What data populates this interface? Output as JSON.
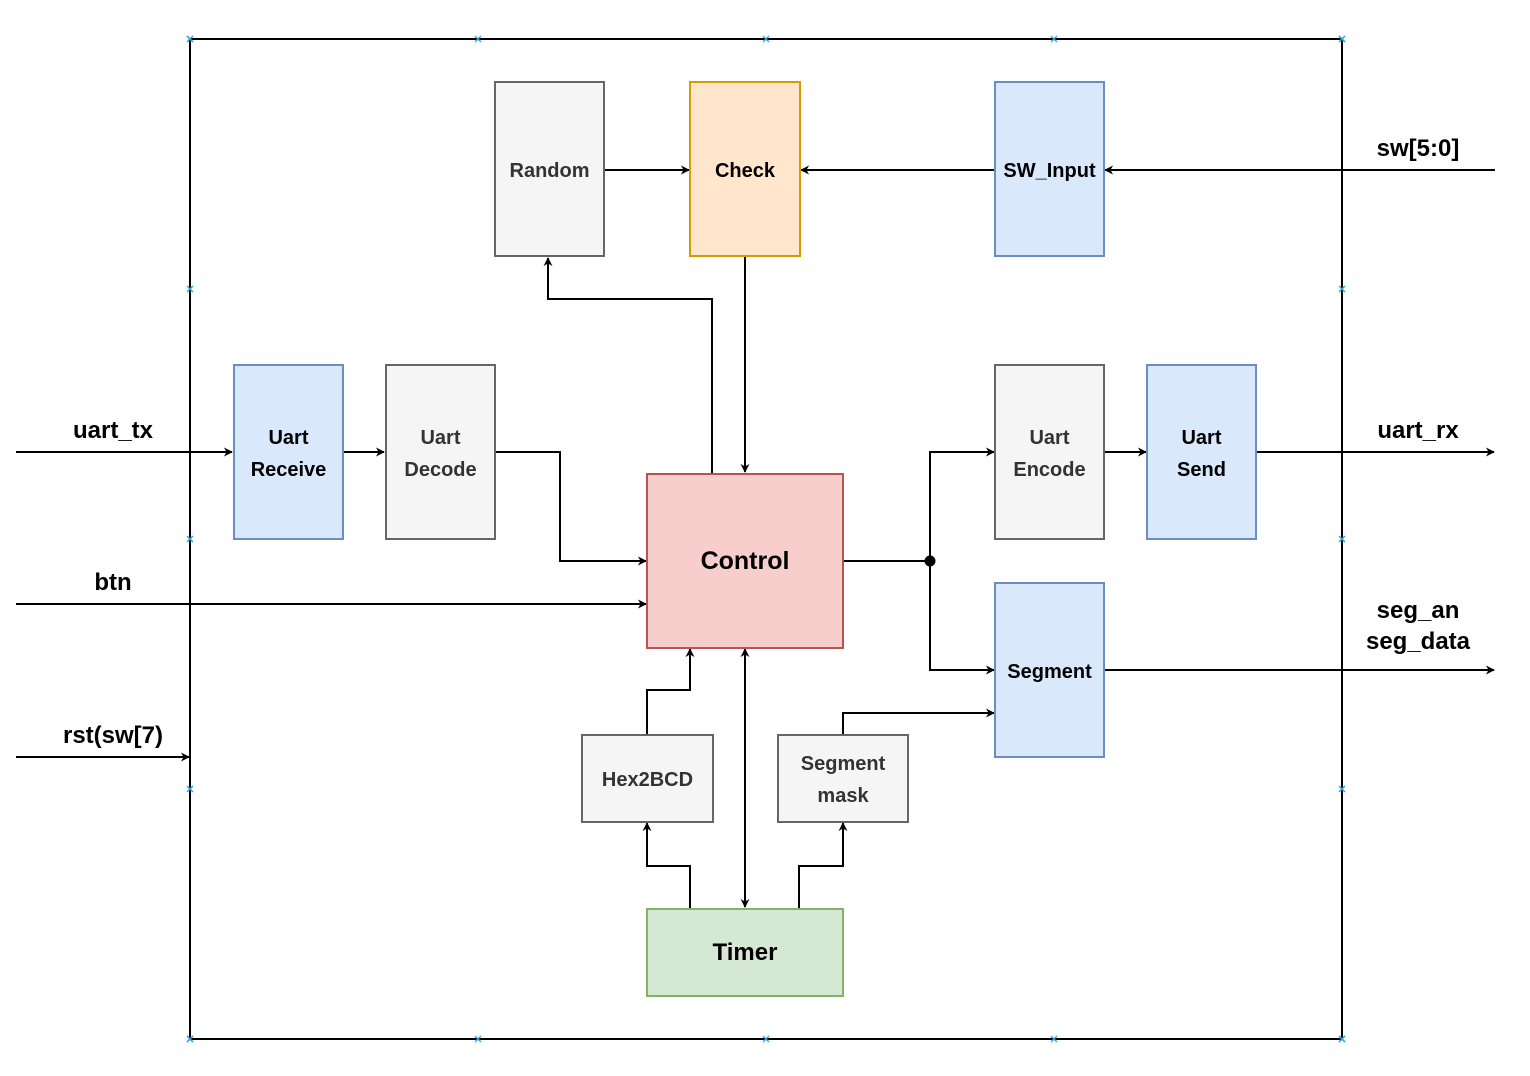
{
  "blocks": {
    "random": {
      "label": "Random",
      "fill": "#f5f5f5",
      "stroke": "#666666",
      "text": "#333333"
    },
    "check": {
      "label": "Check",
      "fill": "#ffe6cc",
      "stroke": "#d79b00",
      "text": "#000000"
    },
    "sw_input": {
      "label": "SW_Input",
      "fill": "#dae8fc",
      "stroke": "#6c8ebf",
      "text": "#000000"
    },
    "uart_receive": {
      "line1": "Uart",
      "line2": "Receive",
      "fill": "#dae8fc",
      "stroke": "#6c8ebf",
      "text": "#000000"
    },
    "uart_decode": {
      "line1": "Uart",
      "line2": "Decode",
      "fill": "#f5f5f5",
      "stroke": "#666666",
      "text": "#333333"
    },
    "control": {
      "label": "Control",
      "fill": "#f8cecc",
      "stroke": "#b85450",
      "text": "#000000"
    },
    "uart_encode": {
      "line1": "Uart",
      "line2": "Encode",
      "fill": "#f5f5f5",
      "stroke": "#666666",
      "text": "#333333"
    },
    "uart_send": {
      "line1": "Uart",
      "line2": "Send",
      "fill": "#dae8fc",
      "stroke": "#6c8ebf",
      "text": "#000000"
    },
    "segment": {
      "label": "Segment",
      "fill": "#dae8fc",
      "stroke": "#6c8ebf",
      "text": "#000000"
    },
    "hex2bcd": {
      "label": "Hex2BCD",
      "fill": "#f5f5f5",
      "stroke": "#666666",
      "text": "#333333"
    },
    "segment_mask": {
      "line1": "Segment",
      "line2": "mask",
      "fill": "#f5f5f5",
      "stroke": "#666666",
      "text": "#333333"
    },
    "timer": {
      "label": "Timer",
      "fill": "#d5e8d4",
      "stroke": "#82b366",
      "text": "#000000"
    }
  },
  "ports": {
    "uart_tx": "uart_tx",
    "btn": "btn",
    "rst": "rst(sw[7)",
    "sw": "sw[5:0]",
    "uart_rx": "uart_rx",
    "seg_an": "seg_an",
    "seg_data": "seg_data"
  },
  "colors": {
    "frame": "#000000",
    "wire": "#000000",
    "frame_marker": "#29a3e0"
  }
}
